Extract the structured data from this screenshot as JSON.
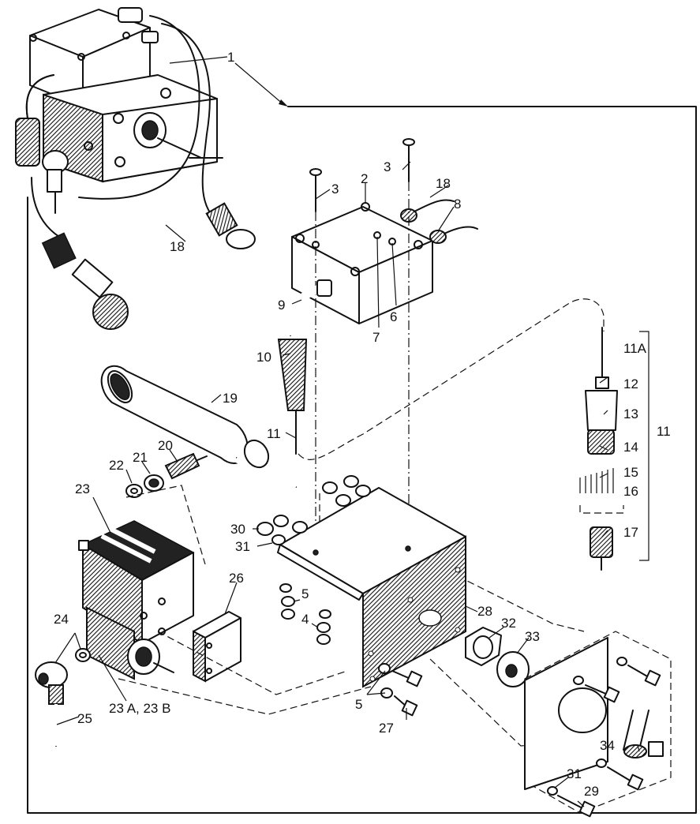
{
  "figure": {
    "callouts": [
      "1",
      "2",
      "3",
      "3",
      "4",
      "5",
      "5",
      "6",
      "7",
      "8",
      "9",
      "10",
      "11",
      "11",
      "11A",
      "12",
      "13",
      "14",
      "15",
      "16",
      "17",
      "18",
      "18",
      "19",
      "20",
      "21",
      "22",
      "23",
      "23 A, 23 B",
      "24",
      "25",
      "26",
      "27",
      "28",
      "29",
      "30",
      "31",
      "31",
      "32",
      "33",
      "34"
    ]
  },
  "labels": {
    "c1": "1",
    "c2": "2",
    "c3a": "3",
    "c3b": "3",
    "c4": "4",
    "c5a": "5",
    "c5b": "5",
    "c6": "6",
    "c7": "7",
    "c8": "8",
    "c9": "9",
    "c10": "10",
    "c11a": "11",
    "c11b": "11",
    "c11A": "11A",
    "c12": "12",
    "c13": "13",
    "c14": "14",
    "c15": "15",
    "c16": "16",
    "c17": "17",
    "c18a": "18",
    "c18b": "18",
    "c19": "19",
    "c20": "20",
    "c21": "21",
    "c22": "22",
    "c23": "23",
    "c23ab": "23 A, 23 B",
    "c24": "24",
    "c25": "25",
    "c26": "26",
    "c27": "27",
    "c28": "28",
    "c29": "29",
    "c30": "30",
    "c31a": "31",
    "c31b": "31",
    "c32": "32",
    "c33": "33",
    "c34": "34"
  }
}
